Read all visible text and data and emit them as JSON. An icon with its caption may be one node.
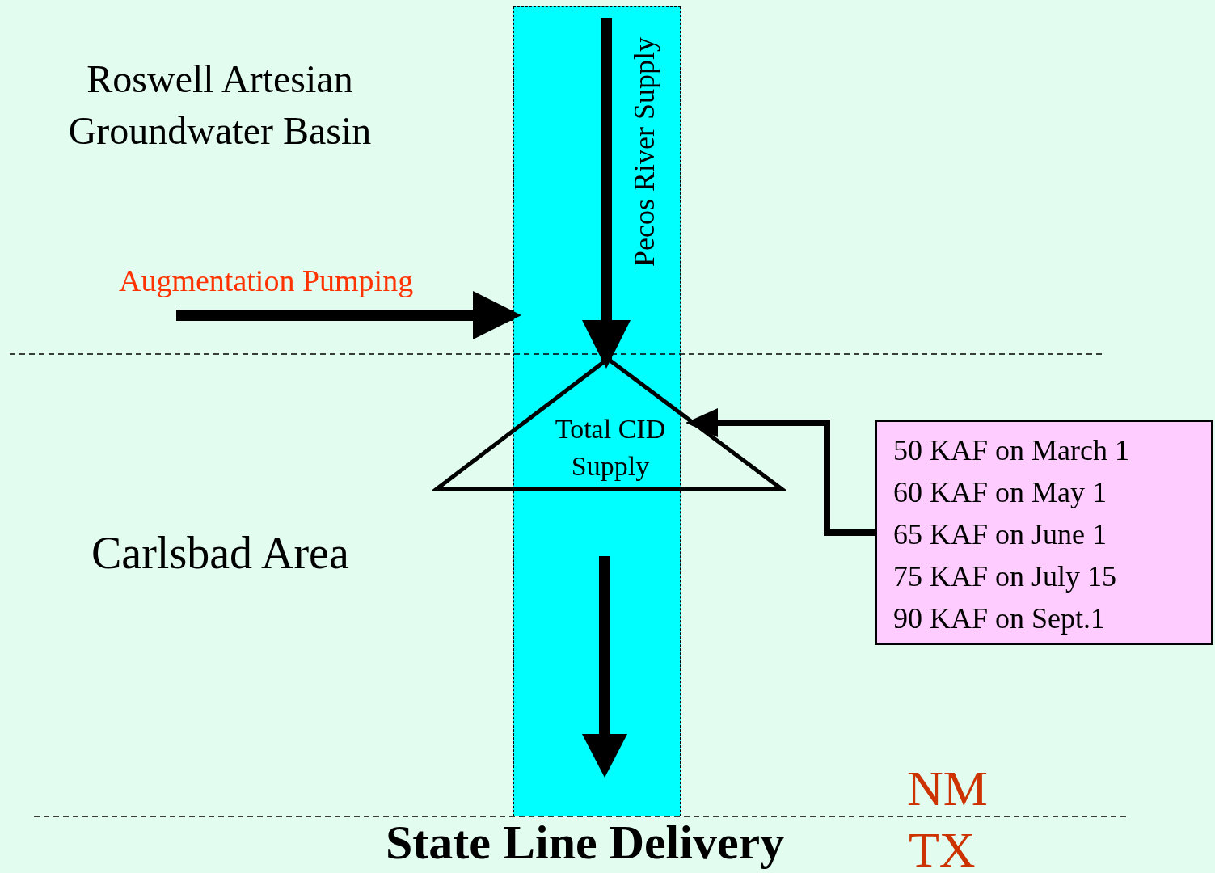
{
  "diagram": {
    "nodes": [
      {
        "text": [],
        "shape": "bar"
      },
      {
        "text": [
          "Total CID Supply"
        ]
      },
      {
        "text": [
          "50 KAF on March 1",
          "60 KAF on May 1",
          "65 KAF on June 1",
          "75 KAF on July 15",
          "90 KAF on Sept.1"
        ]
      }
    ],
    "edges": [
      {
        "from": 0,
        "to": 1,
        "arrow": "to",
        "label": "Pecos River Supply"
      },
      {
        "from": null,
        "to": 0,
        "arrow": "to",
        "label": "Augmentation Pumping"
      },
      {
        "from": 2,
        "to": 1,
        "arrow": "to"
      }
    ],
    "labels": [
      "Roswell Artesian Groundwater Basin",
      "Carlsbad Area",
      "State Line Delivery",
      "NM",
      "TX"
    ]
  }
}
